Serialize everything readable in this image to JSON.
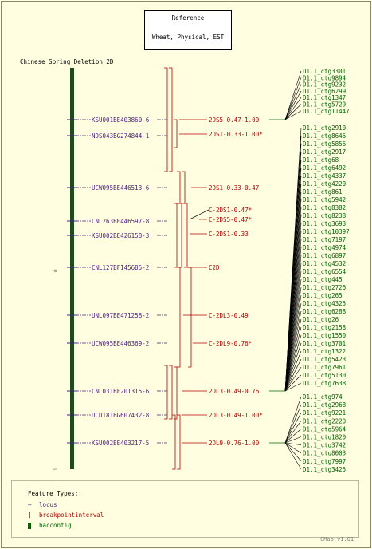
{
  "reference": {
    "line1": "Reference",
    "line2": "Wheat, Physical, EST"
  },
  "map_title": "Chinese_Spring_Deletion_2D",
  "scale_labels": {
    "zero": "0",
    "one": "1"
  },
  "colors": {
    "background": "#fffee0",
    "locus": "#4b1f7e",
    "breakpoint": "#b40000",
    "contig": "#006400",
    "bar": "#1e4a1e"
  },
  "loci": [
    "KSU001BE403860-6",
    "NDS043BG274844-1",
    "UCW095BE446513-6",
    "CNL263BE446597-8",
    "KSU002BE426158-3",
    "CNL127BF145685-2",
    "UNL097BE471258-2",
    "UCW095BE446369-2",
    "CNL031BF201315-6",
    "UCD181BG607432-8",
    "KSU002BE403217-5"
  ],
  "breakpoints": [
    "2DS5-0.47-1.00",
    "2DS1-0.33-1.00*",
    "2DS1-0.33-0.47",
    "C-2DS1-0.47*",
    "C-2DS5-0.47*",
    "C-2DS1-0.33",
    "C2D",
    "C-2DL3-0.49",
    "C-2DL9-0.76*",
    "2DL3-0.49-0.76",
    "2DL3-0.49-1.00*",
    "2DL9-0.76-1.00"
  ],
  "contig_groups": [
    [
      "D1.1_ctg3301",
      "D1.1_ctg9894",
      "D1.1_ctg9232",
      "D1.1_ctg6299",
      "D1.1_ctg1347",
      "D1.1_ctg5729",
      "D1.1_ctg11447"
    ],
    [
      "D1.1_ctg2910",
      "D1.1_ctg8646",
      "D1.1_ctg5856",
      "D1.1_ctg2917",
      "D1.1_ctg68",
      "D1.1_ctg6492",
      "D1.1_ctg4337",
      "D1.1_ctg4220",
      "D1.1_ctg861",
      "D1.1_ctg5942",
      "D1.1_ctg8382",
      "D1.1_ctg8238",
      "D1.1_ctg3693",
      "D1.1_ctg10397",
      "D1.1_ctg7197",
      "D1.1_ctg4974",
      "D1.1_ctg6897",
      "D1.1_ctg4532",
      "D1.1_ctg6554",
      "D1.1_ctg445",
      "D1.1_ctg2726",
      "D1.1_ctg265",
      "D1.1_ctg4325",
      "D1.1_ctg6288",
      "D1.1_ctg26",
      "D1.1_ctg2158",
      "D1.1_ctg1550",
      "D1.1_ctg3701",
      "D1.1_ctg1322",
      "D1.1_ctg5423",
      "D1.1_ctg7961",
      "D1.1_ctg5130",
      "D1.1_ctg7638"
    ],
    [
      "D1.1_ctg974",
      "D1.1_ctg2968",
      "D1.1_ctg9221",
      "D1.1_ctg2220",
      "D1.1_ctg5964",
      "D1.1_ctg1820",
      "D1.1_ctg3742",
      "D1.1_ctg8003",
      "D1.1_ctg7997",
      "D1.1_ctg3425"
    ]
  ],
  "legend": {
    "title": "Feature Types:",
    "items": [
      "locus",
      "breakpointinterval",
      "baccontig"
    ]
  },
  "footer": "CMap v1.01"
}
